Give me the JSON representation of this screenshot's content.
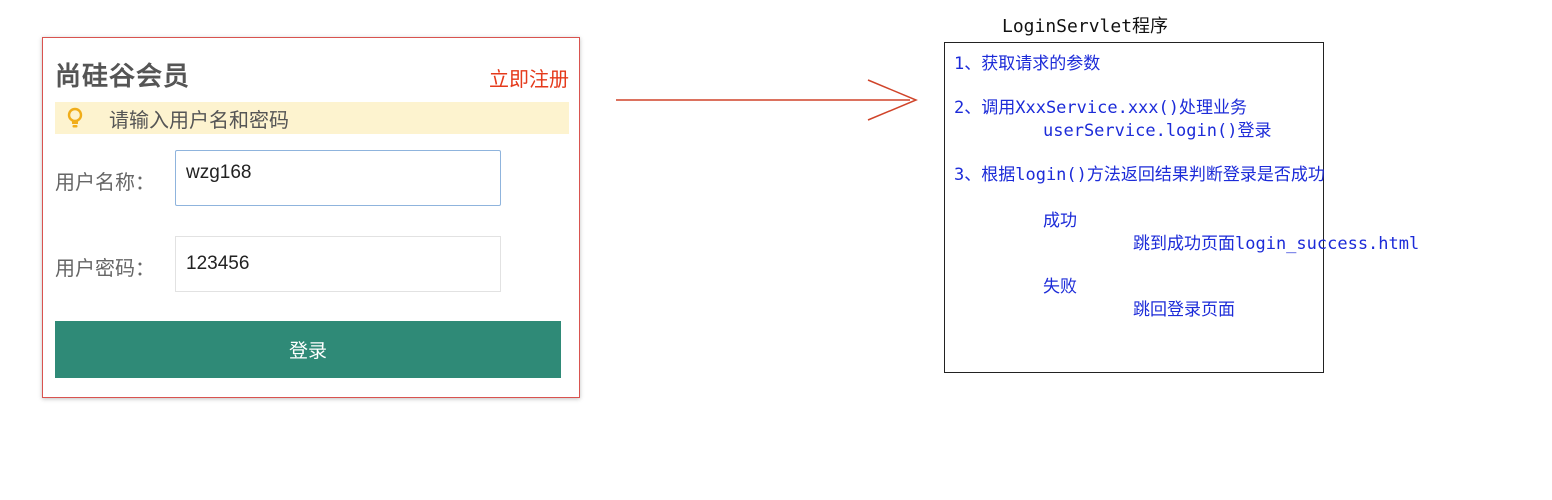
{
  "login_form": {
    "title": "尚硅谷会员",
    "register_link": "立即注册",
    "tip_icon": "lightbulb-icon",
    "tip_text": "请输入用户名和密码",
    "username_label": "用户名称：",
    "username_value": "wzg168",
    "password_label": "用户密码：",
    "password_value": "123456",
    "login_button": "登录",
    "accent_color": "#2f8a77",
    "border_color": "#d9534f",
    "link_color": "#e53a1b"
  },
  "arrow": {
    "icon": "arrow-right-icon",
    "color": "#d0442a"
  },
  "servlet": {
    "title": "LoginServlet程序",
    "step1": "1、获取请求的参数",
    "step2": "2、调用XxxService.xxx()处理业务",
    "step2_sub": "userService.login()登录",
    "step3": "3、根据login()方法返回结果判断登录是否成功",
    "success_label": "成功",
    "success_action": "跳到成功页面login_success.html",
    "fail_label": "失败",
    "fail_action": "跳回登录页面",
    "text_color": "#1c2bd8"
  }
}
